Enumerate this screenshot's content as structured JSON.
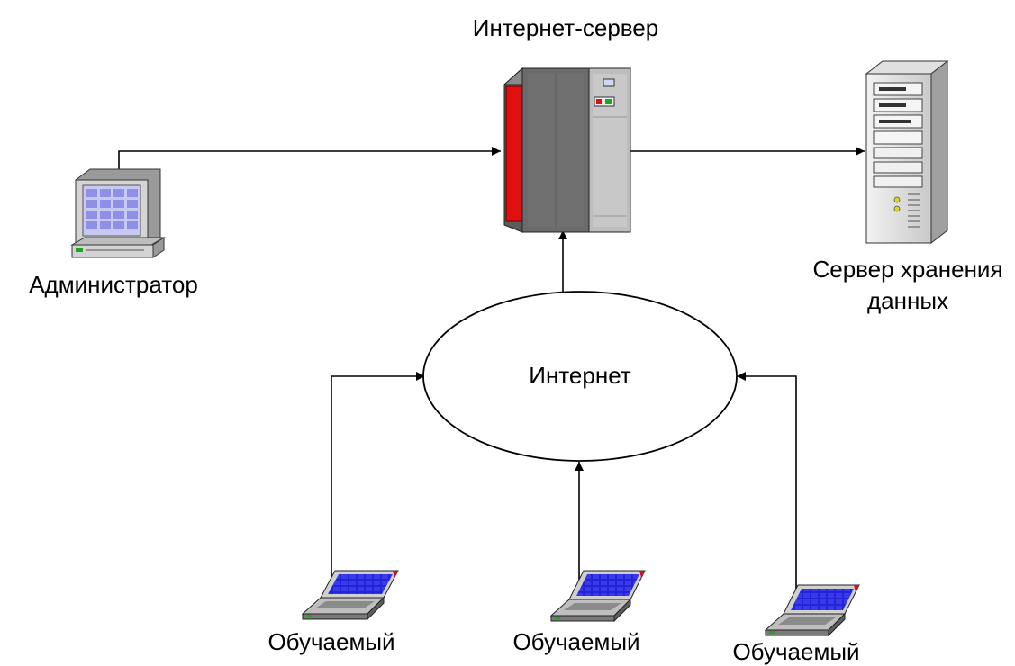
{
  "labels": {
    "web_server": "Интернет-сервер",
    "admin": "Администратор",
    "storage_line1": "Сервер хранения",
    "storage_line2": "данных",
    "internet": "Интернет",
    "learner1": "Обучаемый",
    "learner2": "Обучаемый",
    "learner3": "Обучаемый"
  },
  "icons": {
    "web_server": "mainframe-server-icon",
    "admin": "desktop-computer-icon",
    "storage": "tower-server-icon",
    "learner": "laptop-icon"
  },
  "colors": {
    "server_accent": "#e01010",
    "screen_blue": "#2323d9",
    "screen_light": "#c8c8f5"
  }
}
